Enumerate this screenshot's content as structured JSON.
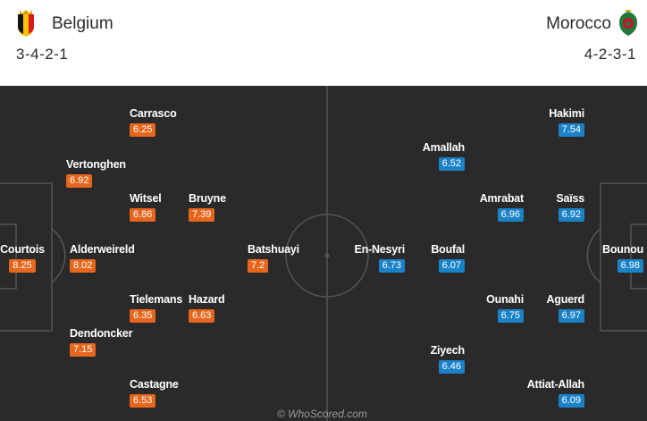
{
  "home": {
    "name": "Belgium",
    "formation": "3-4-2-1",
    "crest_colors": [
      "#000000",
      "#f3c300",
      "#d71920"
    ],
    "players": [
      {
        "name": "Courtois",
        "rating": "8.25"
      },
      {
        "name": "Vertonghen",
        "rating": "6.92"
      },
      {
        "name": "Alderweireld",
        "rating": "8.02"
      },
      {
        "name": "Dendoncker",
        "rating": "7.15"
      },
      {
        "name": "Carrasco",
        "rating": "6.25"
      },
      {
        "name": "Witsel",
        "rating": "6.86"
      },
      {
        "name": "Tielemans",
        "rating": "6.35"
      },
      {
        "name": "Castagne",
        "rating": "6.53"
      },
      {
        "name": "Bruyne",
        "rating": "7.39"
      },
      {
        "name": "Hazard",
        "rating": "6.63"
      },
      {
        "name": "Batshuayi",
        "rating": "7.2"
      }
    ]
  },
  "away": {
    "name": "Morocco",
    "formation": "4-2-3-1",
    "crest_colors": [
      "#1f7a3a",
      "#c8102e"
    ],
    "players": [
      {
        "name": "Bounou",
        "rating": "6.98"
      },
      {
        "name": "Hakimi",
        "rating": "7.54"
      },
      {
        "name": "Saïss",
        "rating": "6.92"
      },
      {
        "name": "Aguerd",
        "rating": "6.97"
      },
      {
        "name": "Attiat-Allah",
        "rating": "6.09"
      },
      {
        "name": "Amrabat",
        "rating": "6.96"
      },
      {
        "name": "Ounahi",
        "rating": "6.75"
      },
      {
        "name": "Amallah",
        "rating": "6.52"
      },
      {
        "name": "Boufal",
        "rating": "6.07"
      },
      {
        "name": "Ziyech",
        "rating": "6.46"
      },
      {
        "name": "En-Nesyri",
        "rating": "6.73"
      }
    ]
  },
  "colors": {
    "pitch": "#2a2a2a",
    "lines": "#555555",
    "home_rating": "#e5661c",
    "away_rating": "#1b82c8"
  },
  "watermark": "© WhoScored.com"
}
